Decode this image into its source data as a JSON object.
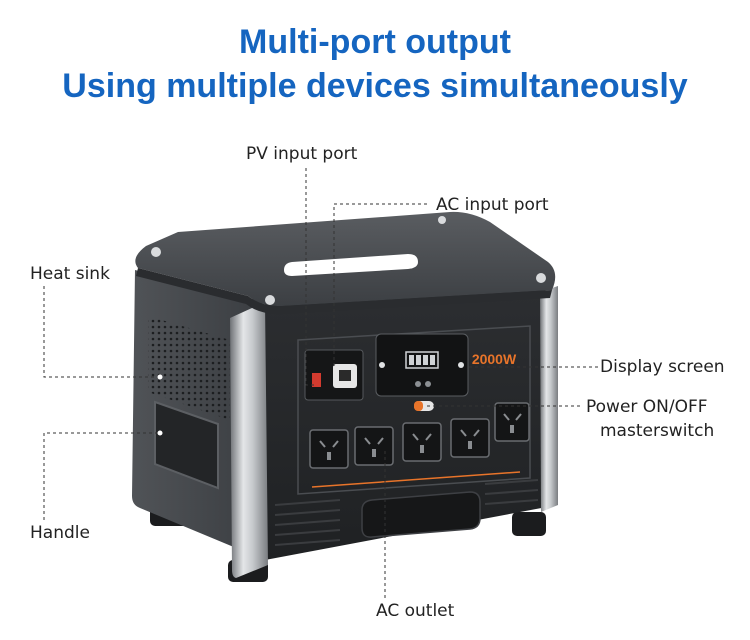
{
  "headline": {
    "line1": "Multi-port output",
    "line2": "Using multiple devices simultaneously"
  },
  "callouts": {
    "pv_input": "PV input port",
    "ac_input": "AC input port",
    "heat_sink": "Heat sink",
    "handle": "Handle",
    "display": "Display screen",
    "power_line1": "Power ON/OFF",
    "power_line2": "masterswitch",
    "ac_outlet": "AC outlet"
  },
  "product": {
    "wattage_label": "2000W",
    "accent_color": "#e8742a",
    "title_color": "#1565c0"
  }
}
